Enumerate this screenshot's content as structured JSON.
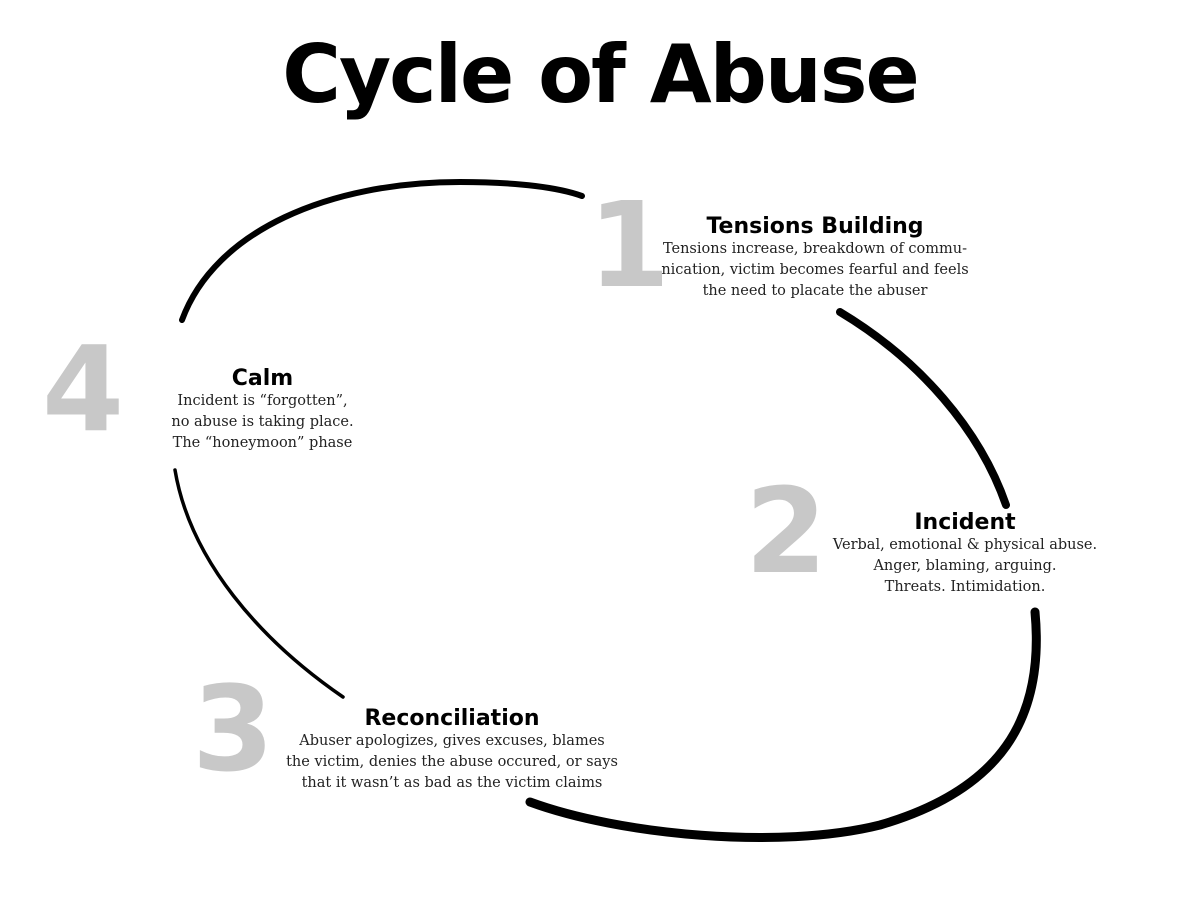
{
  "title": "Cycle of Abuse",
  "stages": [
    {
      "number": "1",
      "heading": "Tensions Building",
      "lines": [
        "Tensions increase, breakdown of commu-",
        "nication, victim becomes fearful and feels",
        "the need to placate the abuser"
      ]
    },
    {
      "number": "2",
      "heading": "Incident",
      "lines": [
        "Verbal, emotional & physical abuse.",
        "Anger, blaming, arguing.",
        "Threats.  Intimidation."
      ]
    },
    {
      "number": "3",
      "heading": "Reconciliation",
      "lines": [
        "Abuser apologizes, gives excuses, blames",
        "the victim, denies the abuse occured, or says",
        "that it wasn’t as bad as the victim claims"
      ]
    },
    {
      "number": "4",
      "heading": "Calm",
      "lines": [
        "Incident is “forgotten”,",
        "no abuse is taking place.",
        "The “honeymoon” phase"
      ]
    }
  ],
  "colors": {
    "number": "#c8c8c8",
    "line": "#000000"
  }
}
